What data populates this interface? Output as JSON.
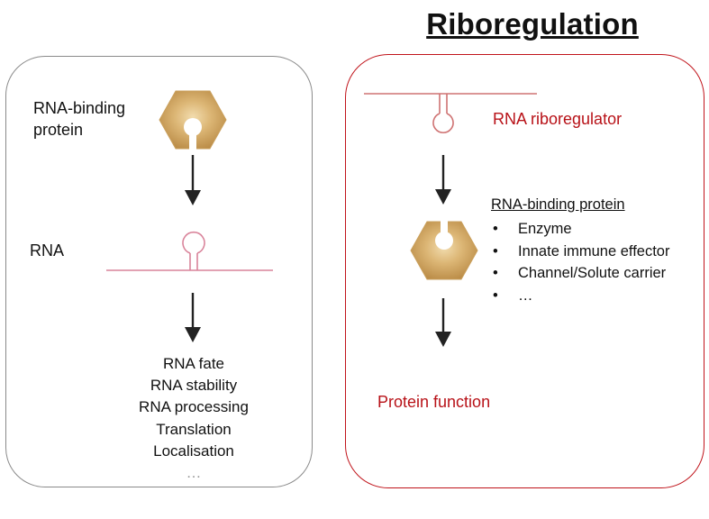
{
  "title": "Riboregulation",
  "left_panel": {
    "protein_label": [
      "RNA-binding",
      "protein"
    ],
    "rna_label": "RNA",
    "outcomes": [
      "RNA fate",
      "RNA stability",
      "RNA processing",
      "Translation",
      "Localisation"
    ],
    "ellipsis": "…"
  },
  "right_panel": {
    "riboregulator_label": "RNA riboregulator",
    "rbp_heading": "RNA-binding protein",
    "bullet_marker": "•",
    "bullets": [
      "Enzyme",
      "Innate immune effector",
      "Channel/Solute carrier",
      "…"
    ],
    "function_label": "Protein function"
  },
  "colors": {
    "protein_fill": "#c9a15f",
    "rna_pink": "#d9839a",
    "riboregulator": "#cf7373",
    "accent_red": "#c0141b",
    "panel_gray": "#8a8a8a"
  }
}
